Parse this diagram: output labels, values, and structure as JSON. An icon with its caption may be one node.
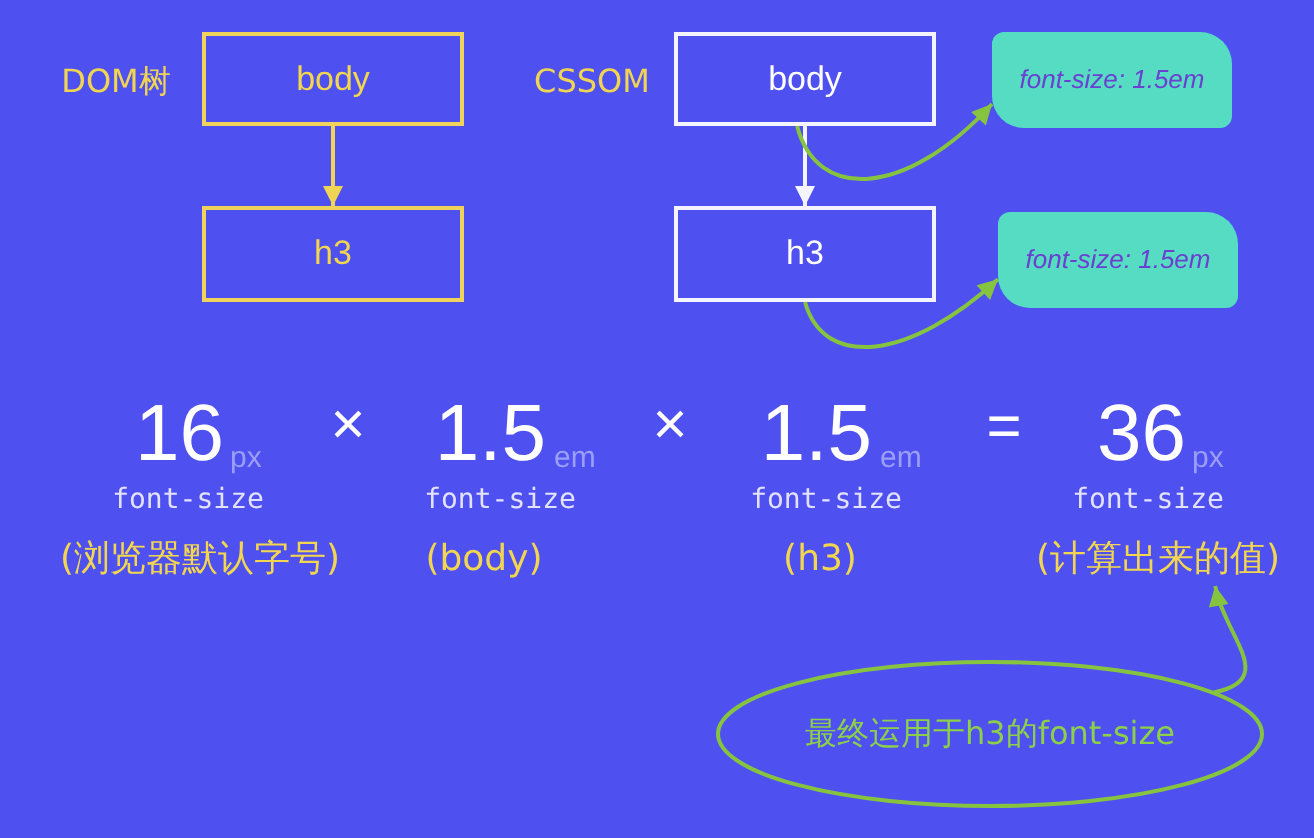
{
  "diagram": {
    "nodes": [
      {
        "text": [
          "body"
        ]
      },
      {
        "text": [
          "h3"
        ]
      },
      {
        "text": [
          "body"
        ]
      },
      {
        "text": [
          "h3"
        ]
      },
      {
        "text": [
          "font-size: 1.5em"
        ]
      },
      {
        "text": [
          "font-size: 1.5em"
        ]
      },
      {
        "text": [
          "(计算出来的值)"
        ]
      },
      {
        "text": [
          "最终运用于h3的font-size"
        ]
      }
    ],
    "edges": [
      {
        "from": 0,
        "to": 1,
        "arrow": "to",
        "color": "#f0d453"
      },
      {
        "from": 2,
        "to": 3,
        "arrow": "to",
        "color": "#f4f4ff"
      },
      {
        "from": 2,
        "to": 4,
        "arrow": "to"
      },
      {
        "from": 3,
        "to": 5,
        "arrow": "to"
      },
      {
        "from": 7,
        "to": 6,
        "arrow": "to"
      }
    ],
    "labels": [
      "DOM树",
      "CSSOM",
      "16",
      "px",
      "×",
      "1.5",
      "em",
      "×",
      "1.5",
      "em",
      "=",
      "36",
      "px",
      "font-size",
      "font-size",
      "font-size",
      "font-size",
      "(浏览器默认字号)",
      "(body)",
      "(h3)"
    ]
  }
}
